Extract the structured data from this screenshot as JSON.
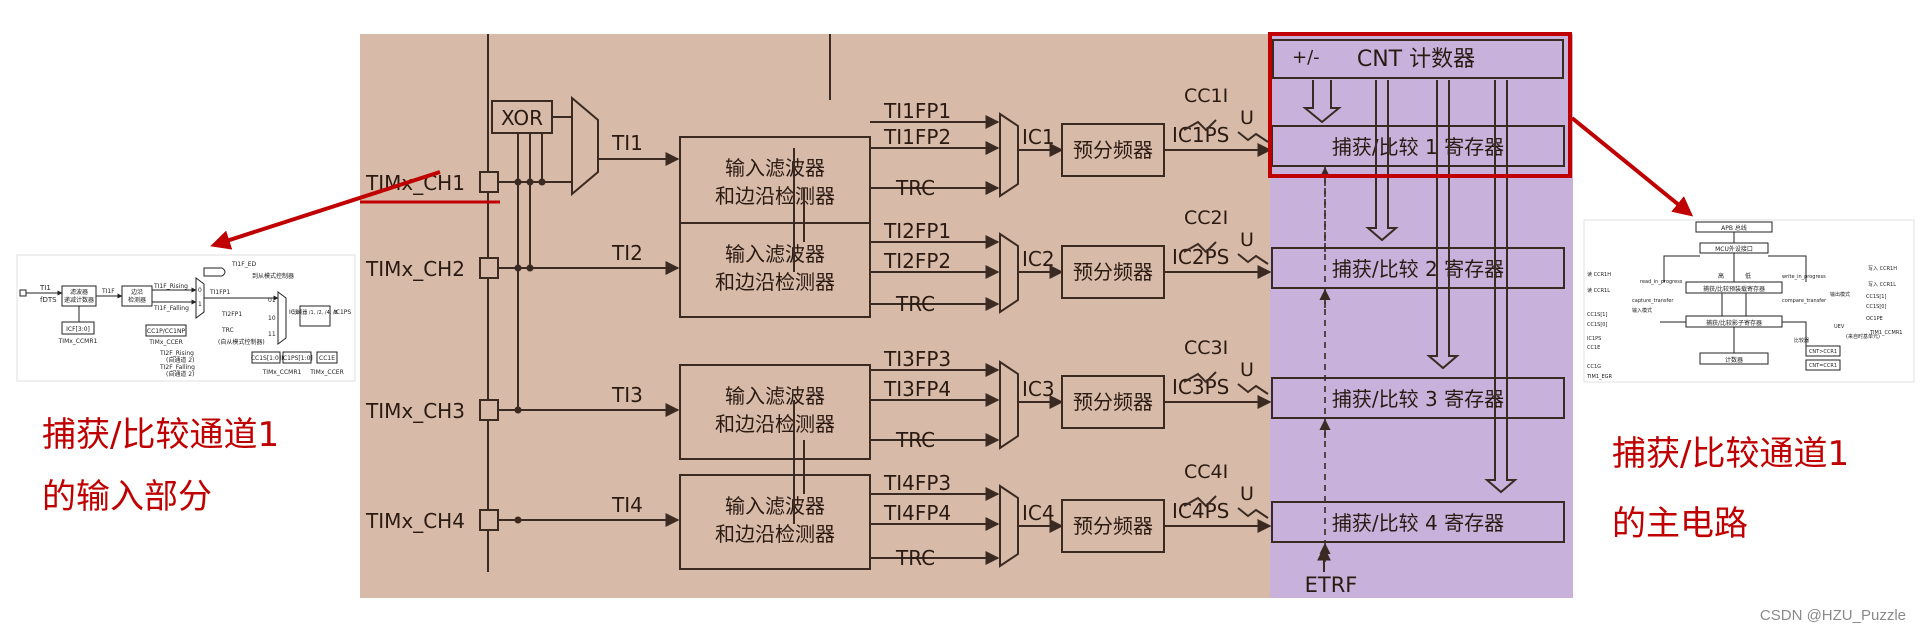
{
  "main_diagram": {
    "xor_label": "XOR",
    "cnt_label": "CNT 计数器",
    "plus_minus": "+/-",
    "etrf_label": "ETRF",
    "channels": [
      {
        "pin": "TIMx_CH1",
        "ti": "TI1",
        "filter_line1": "输入滤波器",
        "filter_line2": "和边沿检测器",
        "fp_a": "TI1FP1",
        "fp_b": "TI1FP2",
        "trc": "TRC",
        "ic": "IC1",
        "prescaler": "预分频器",
        "ps": "IC1PS",
        "cci": "CC1I",
        "u": "U",
        "register": "捕获/比较 1 寄存器"
      },
      {
        "pin": "TIMx_CH2",
        "ti": "TI2",
        "filter_line1": "输入滤波器",
        "filter_line2": "和边沿检测器",
        "fp_a": "TI2FP1",
        "fp_b": "TI2FP2",
        "trc": "TRC",
        "ic": "IC2",
        "prescaler": "预分频器",
        "ps": "IC2PS",
        "cci": "CC2I",
        "u": "U",
        "register": "捕获/比较 2 寄存器"
      },
      {
        "pin": "TIMx_CH3",
        "ti": "TI3",
        "filter_line1": "输入滤波器",
        "filter_line2": "和边沿检测器",
        "fp_a": "TI3FP3",
        "fp_b": "TI3FP4",
        "trc": "TRC",
        "ic": "IC3",
        "prescaler": "预分频器",
        "ps": "IC3PS",
        "cci": "CC3I",
        "u": "U",
        "register": "捕获/比较 3 寄存器"
      },
      {
        "pin": "TIMx_CH4",
        "ti": "TI4",
        "filter_line1": "输入滤波器",
        "filter_line2": "和边沿检测器",
        "fp_a": "TI4FP3",
        "fp_b": "TI4FP4",
        "trc": "TRC",
        "ic": "IC4",
        "prescaler": "预分频器",
        "ps": "IC4PS",
        "cci": "CC4I",
        "u": "U",
        "register": "捕获/比较 4 寄存器"
      }
    ]
  },
  "left_thumbnail": {
    "labels": {
      "ti1": "TI1",
      "fdts": "fDTS",
      "filter": "滤波器",
      "filter2": "递减计数器",
      "ti1f": "TI1F",
      "edge": "边沿",
      "edge2": "检测器",
      "rising": "TI1F_Rising",
      "falling": "TI1F_Falling",
      "icf": "ICF[3:0]",
      "ccmr1": "TIMx_CCMR1",
      "ti1fed": "TI1F_ED",
      "to_slave": "到从模式控制器",
      "ti1fp1": "TI1FP1",
      "ti2fp1": "TI2FP1",
      "trc": "TRC",
      "from_slave": "(自从模式控制器)",
      "ic1": "IC1",
      "divider": "分频器 /1, /2, /4, /8",
      "ic1ps": "IC1PS",
      "cc1p": "CC1P/CC1NP",
      "ccer": "TIMx_CCER",
      "ti2f_rising": "TI2F_Rising",
      "ti2f_falling": "TI2F_Falling",
      "from_ch2": "(自通道 2)",
      "from_ch2b": "(自通道 2)",
      "cc1s": "CC1S[1:0]",
      "ic1psc": "IC1PS[1:0]",
      "cc1e": "CC1E",
      "ccmr1b": "TIMx_CCMR1",
      "ccer2": "TIMx_CCER",
      "n0": "0",
      "n1": "1",
      "n01": "01",
      "n10": "10",
      "n11": "11"
    },
    "caption_line1": "捕获/比较通道1",
    "caption_line2": "的输入部分"
  },
  "right_thumbnail": {
    "labels": {
      "apb": "APB 总线",
      "mcu": "MCU外设接口",
      "hi": "捕获/比较预装载寄存器",
      "lo": "捕获/比较影子寄存器",
      "counter": "计数器",
      "read_ccr1h": "读 CCR1H",
      "read_ccr1l": "读 CCR1L",
      "read_in_progress": "read_in_progress",
      "write_in_progress": "write_in_progress",
      "write_ccr1h": "写入 CCR1H",
      "write_ccr1l": "写入 CCR1L",
      "capture_transfer": "capture_transfer",
      "compare_transfer": "compare_transfer",
      "cc1s1": "CC1S[1]",
      "cc1s0": "CC1S[0]",
      "ic1ps": "IC1PS",
      "cc1e": "CC1E",
      "cc1g": "CC1G",
      "egr": "TIM1_EGR",
      "input_mode": "输入模式",
      "output_mode": "输出模式",
      "cc1s1b": "CC1S[1]",
      "cc1s0b": "CC1S[0]",
      "oc1pe": "OC1PE",
      "uev": "UEV",
      "uev2": "(来自时基单元)",
      "ccmr1": "TIM1_CCMR1",
      "comparator": "比较器",
      "cnt_gt": "CNT>CCR1",
      "cnt_eq": "CNT=CCR1",
      "hi_short": "高",
      "lo_short": "低"
    },
    "caption_line1": "捕获/比较通道1",
    "caption_line2": "的主电路"
  },
  "watermark": "CSDN @HZU_Puzzle"
}
